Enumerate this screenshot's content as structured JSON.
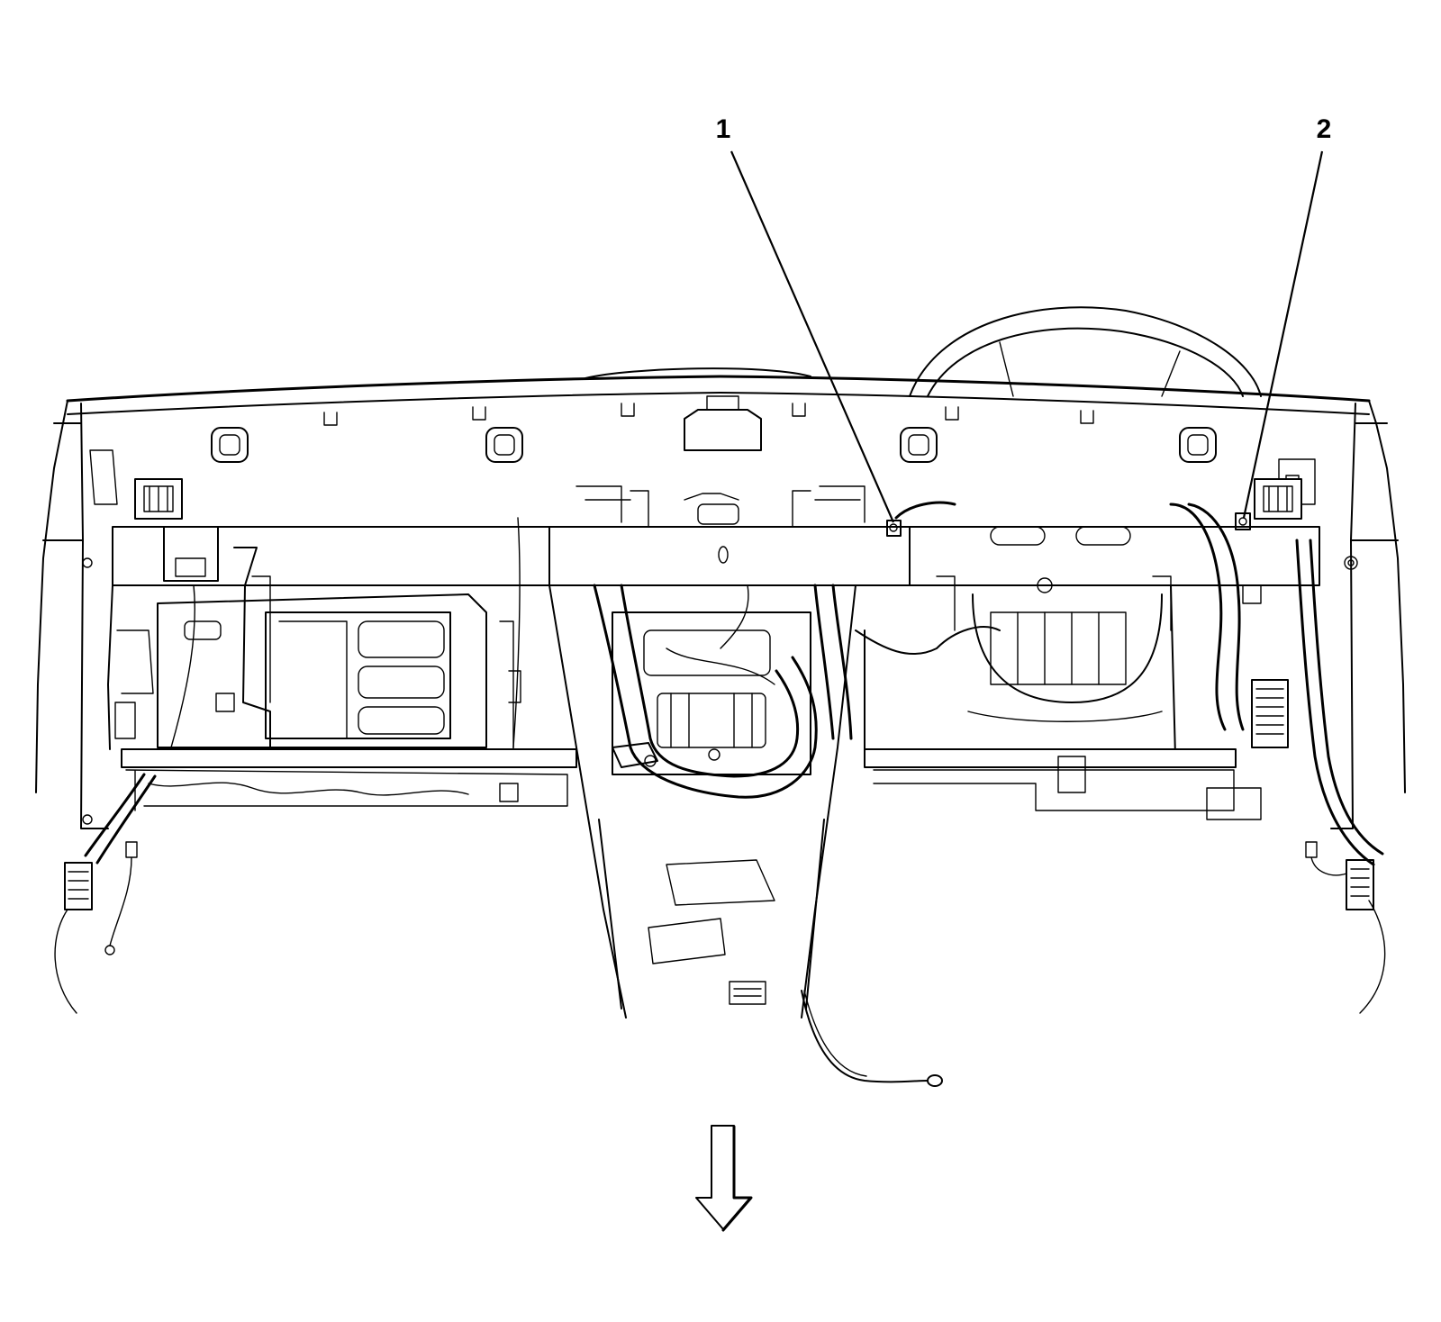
{
  "figure": {
    "callouts": [
      {
        "label": "1",
        "target": "harness-clip-center"
      },
      {
        "label": "2",
        "target": "harness-clip-right"
      }
    ],
    "direction_arrow_icon": "down-arrow-icon"
  }
}
